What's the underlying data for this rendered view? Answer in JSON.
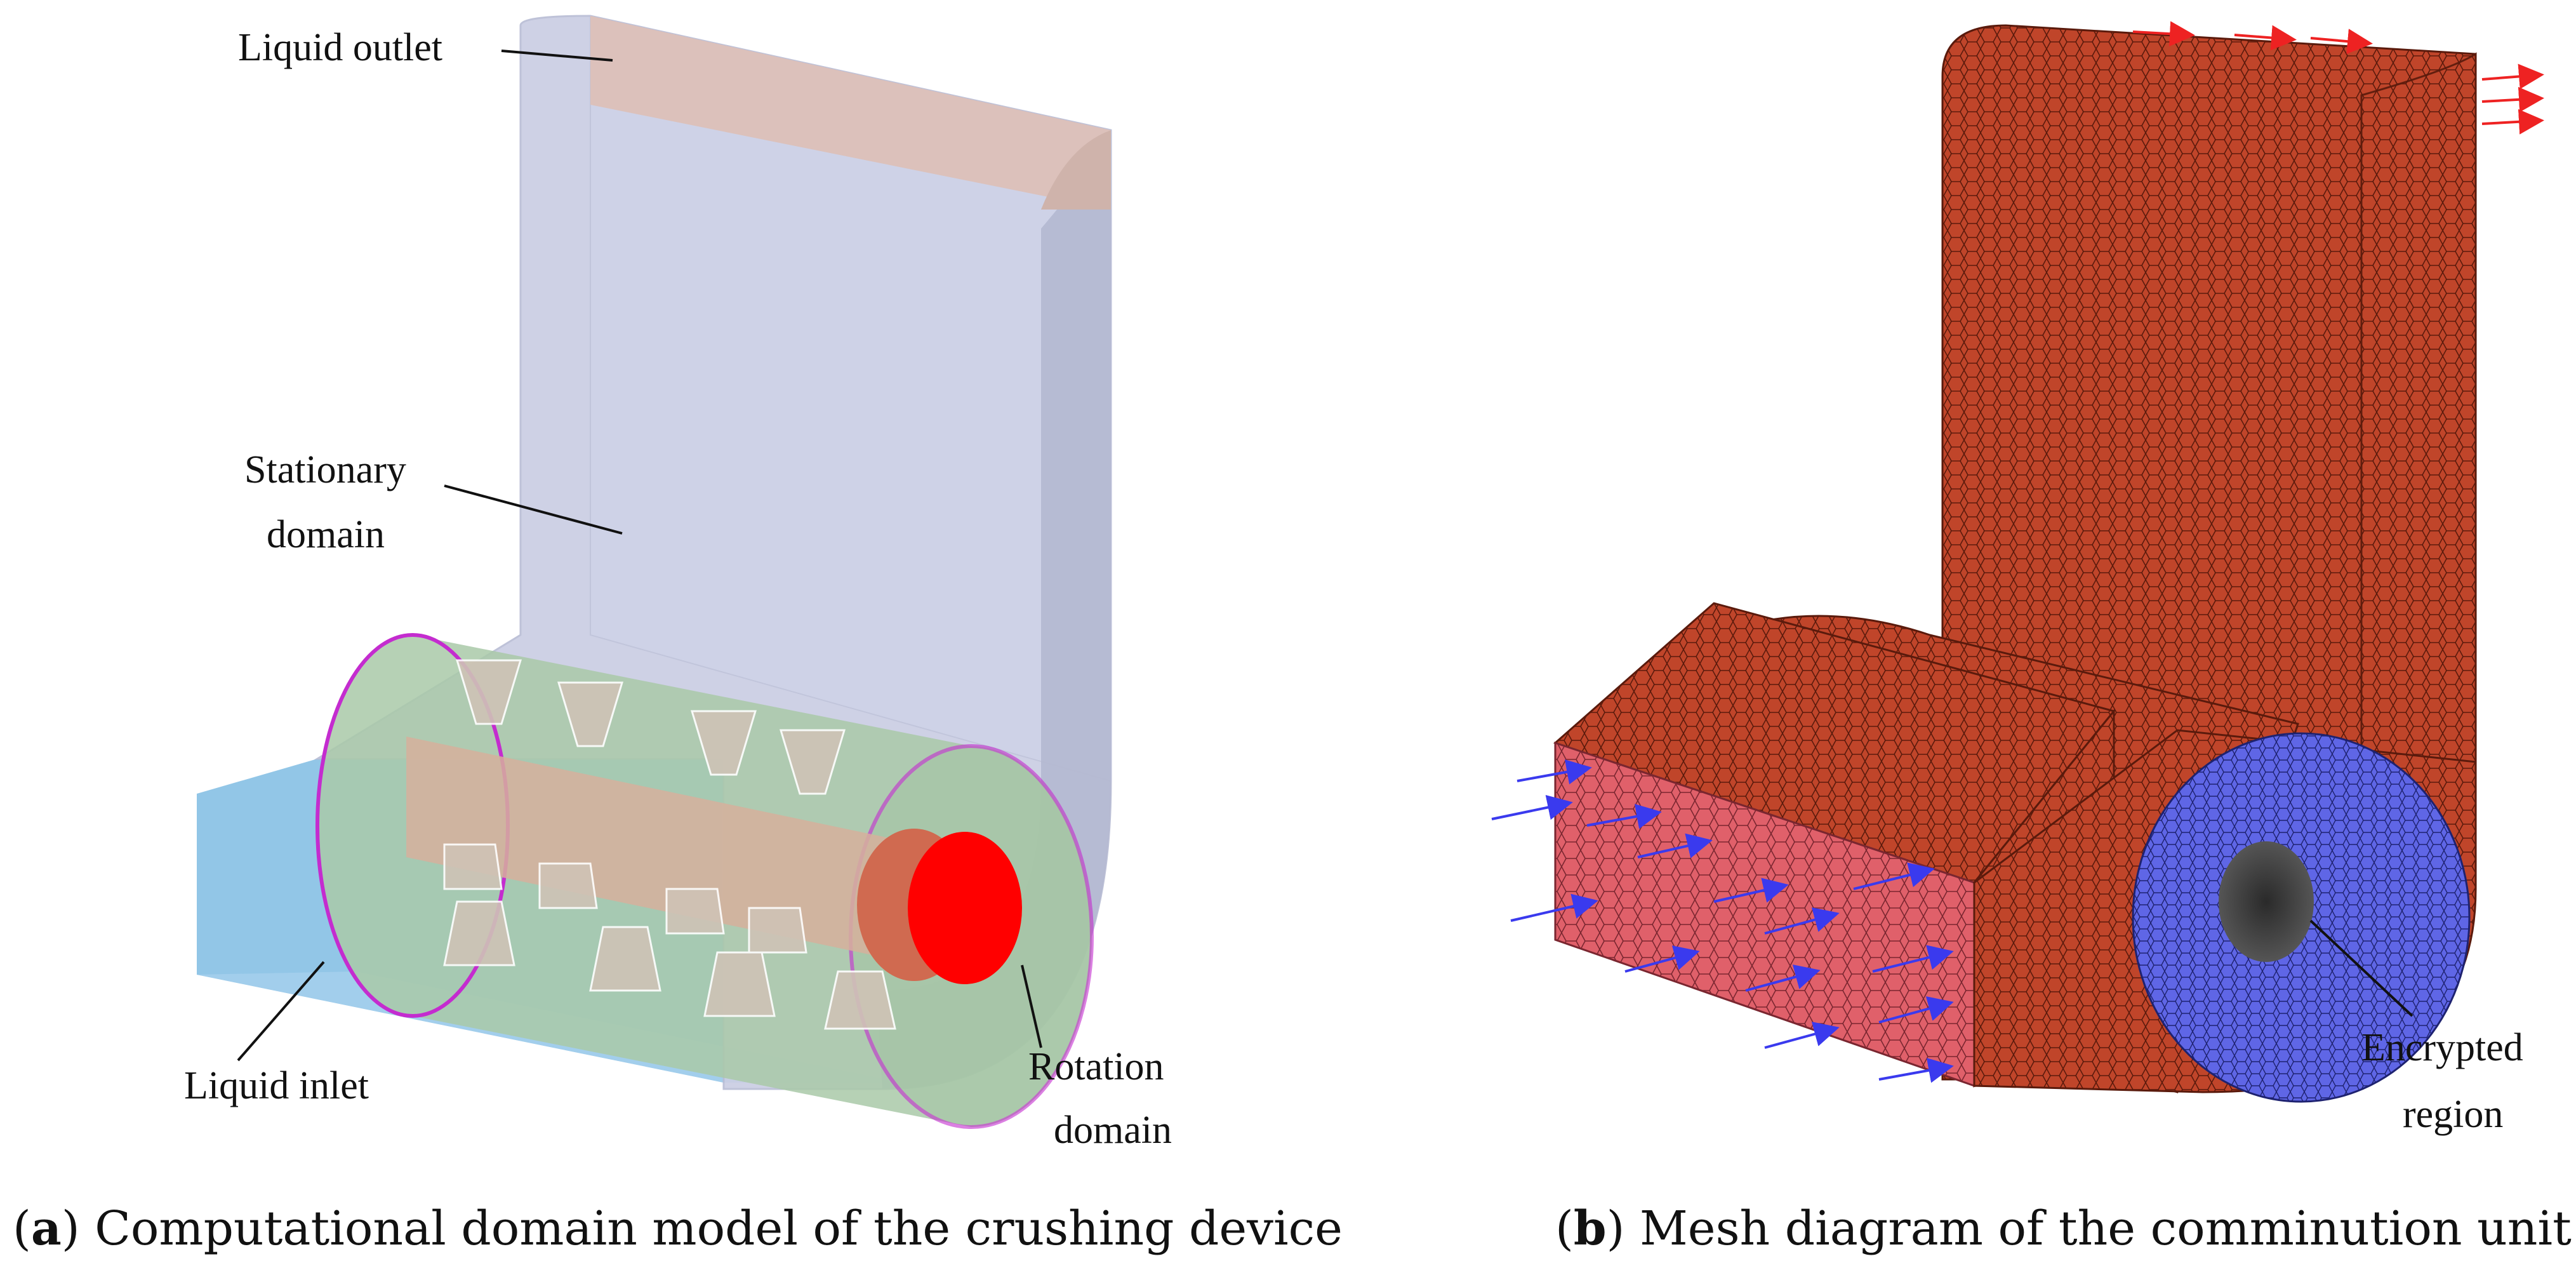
{
  "panel_a": {
    "labels": {
      "liquid_outlet": "Liquid outlet",
      "stationary_line1": "Stationary",
      "stationary_line2": "domain",
      "liquid_inlet": "Liquid inlet",
      "rotation_line1": "Rotation",
      "rotation_line2": "domain"
    },
    "caption": {
      "open": "(",
      "letter": "a",
      "text": ") Computational domain model of the crushing device"
    }
  },
  "panel_b": {
    "labels": {
      "encrypted_line1": "Encrypted",
      "encrypted_line2": "region"
    },
    "caption": {
      "open": "(",
      "letter": "b",
      "text": ") Mesh diagram of the comminution unit"
    }
  },
  "colors": {
    "stationary_domain": "#c9cde3",
    "outlet_face": "#dcc0b8",
    "inlet_face": "#8cc3e6",
    "rotation_domain": "#a9c9a8",
    "domain_boundary": "#c42ccf",
    "shaft": "#d6b09c",
    "shaft_end": "#d06a50",
    "shaft_face": "#ff0000",
    "mesh_surface": "#c0452a",
    "mesh_lines": "#5a1a0c",
    "inlet_mesh": "#e0606a",
    "rotation_mesh": "#5f66e6",
    "inlet_arrows": "#3a3aee",
    "outlet_arrows": "#ee2222"
  }
}
